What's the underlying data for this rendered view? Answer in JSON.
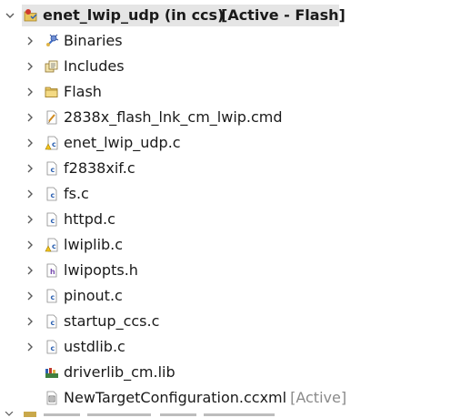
{
  "project": {
    "name": "enet_lwip_udp (in ccs)",
    "status": "[Active - Flash]",
    "expanded": true
  },
  "items": [
    {
      "label": "Binaries",
      "icon": "binaries-icon",
      "expandable": true
    },
    {
      "label": "Includes",
      "icon": "includes-icon",
      "expandable": true
    },
    {
      "label": "Flash",
      "icon": "folder-icon",
      "expandable": true
    },
    {
      "label": "2838x_flash_lnk_cm_lwip.cmd",
      "icon": "cmd-file-icon",
      "expandable": true
    },
    {
      "label": "enet_lwip_udp.c",
      "icon": "c-file-warning-icon",
      "expandable": true
    },
    {
      "label": "f2838xif.c",
      "icon": "c-file-icon",
      "expandable": true
    },
    {
      "label": "fs.c",
      "icon": "c-file-icon",
      "expandable": true
    },
    {
      "label": "httpd.c",
      "icon": "c-file-icon",
      "expandable": true
    },
    {
      "label": "lwiplib.c",
      "icon": "c-file-warning-icon",
      "expandable": true
    },
    {
      "label": "lwipopts.h",
      "icon": "h-file-icon",
      "expandable": true
    },
    {
      "label": "pinout.c",
      "icon": "c-file-icon",
      "expandable": true
    },
    {
      "label": "startup_ccs.c",
      "icon": "c-file-icon",
      "expandable": true
    },
    {
      "label": "ustdlib.c",
      "icon": "c-file-icon",
      "expandable": true
    },
    {
      "label": "driverlib_cm.lib",
      "icon": "library-icon",
      "expandable": false
    },
    {
      "label": "NewTargetConfiguration.ccxml",
      "icon": "ccxml-file-icon",
      "expandable": false,
      "tag": "[Active]"
    }
  ],
  "colors": {
    "highlight": "#e5e5e5",
    "tag": "#8a8a8a",
    "chevron": "#5a5a5a"
  }
}
